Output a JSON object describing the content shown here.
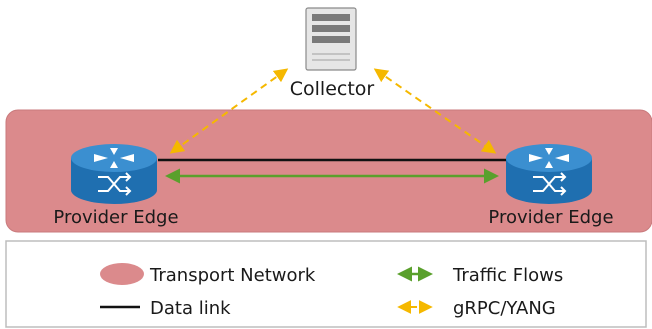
{
  "diagram": {
    "collector_label": "Collector",
    "left_router_label": "Provider Edge",
    "right_router_label": "Provider Edge"
  },
  "legend": {
    "transport_network": "Transport Network",
    "data_link": "Data link",
    "traffic_flows": "Traffic Flows",
    "grpc_yang": "gRPC/YANG"
  },
  "colors": {
    "transport_network": "#db8a8c",
    "transport_border": "#c97a7c",
    "data_link": "#111111",
    "traffic_flows": "#5aa02c",
    "grpc_yang": "#f5b800",
    "router": "#1f6fb0",
    "router_top": "#3b8fd0",
    "server": "#d0d0d0"
  },
  "icons": {
    "collector": "server-icon",
    "router": "router-icon"
  }
}
